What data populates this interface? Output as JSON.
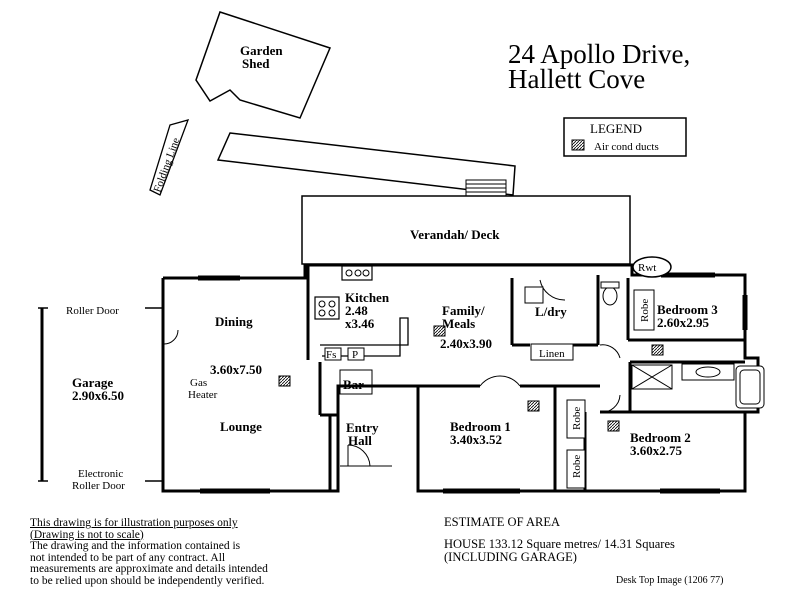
{
  "title": {
    "line1": "24 Apollo Drive,",
    "line2": "Hallett Cove"
  },
  "legend": {
    "heading": "LEGEND",
    "item": "Air cond ducts"
  },
  "outbuildings": {
    "shed_line1": "Garden",
    "shed_line2": "Shed",
    "folding_line": "Folding Line"
  },
  "rooms": {
    "verandah": "Verandah/ Deck",
    "kitchen": "Kitchen",
    "kitchen_w": "2.48",
    "kitchen_d": "x3.46",
    "family": "Family/",
    "family2": "Meals",
    "family_size": "2.40x3.90",
    "ldry": "L/dry",
    "linen": "Linen",
    "bed3": "Bedroom 3",
    "bed3_size": "2.60x2.95",
    "dining": "Dining",
    "lounge_size": "3.60x7.50",
    "lounge": "Lounge",
    "gas1": "Gas",
    "gas2": "Heater",
    "fs": "Fs",
    "p": "P",
    "bar": "Bar",
    "entry1": "Entry",
    "entry2": "Hall",
    "bed1": "Bedroom 1",
    "bed1_size": "3.40x3.52",
    "bed2": "Bedroom 2",
    "bed2_size": "3.60x2.75",
    "robe": "Robe",
    "rwt": "Rwt"
  },
  "garage": {
    "roller": "Roller Door",
    "name": "Garage",
    "size": "2.90x6.50",
    "elec1": "Electronic",
    "elec2": "Roller Door"
  },
  "disclaimer": {
    "l1": "This drawing is for illustration purposes only",
    "l2": "(Drawing is not to scale)",
    "l3": "The drawing and the information contained is",
    "l4": "not intended to be part of any contract.  All",
    "l5": "measurements are approximate and details intended",
    "l6": "to be relied upon should be independently verified."
  },
  "area": {
    "heading": "ESTIMATE OF AREA",
    "line1": "HOUSE  133.12 Square metres/ 14.31 Squares",
    "line2": "(INCLUDING GARAGE)"
  },
  "credit": "Desk Top Image (1206 77)"
}
